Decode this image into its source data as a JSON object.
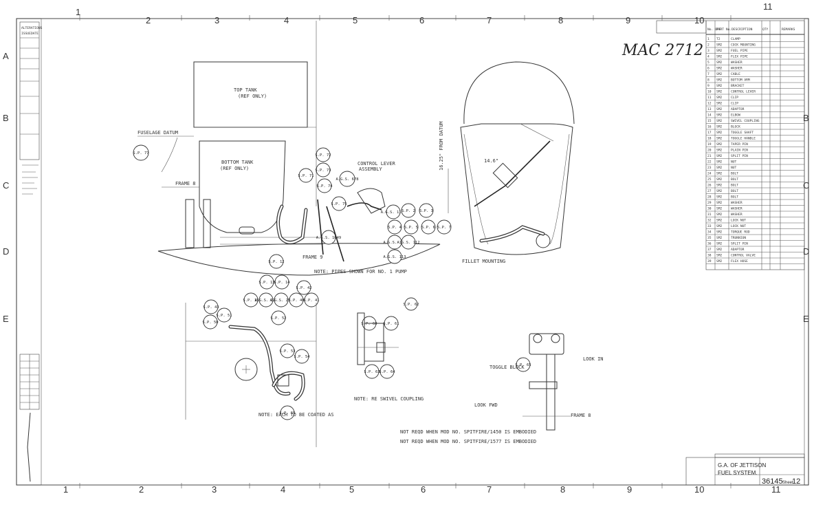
{
  "drawing_id": "MAC 2712",
  "title_block": {
    "title_line_1": "G.A. OF JETTISON",
    "title_line_2": "FUEL SYSTEM.",
    "drawing_number": "36145",
    "sheet_label": "Sheet",
    "sheet_number": "12"
  },
  "zones_columns": [
    "1",
    "2",
    "3",
    "4",
    "5",
    "6",
    "7",
    "8",
    "9",
    "10",
    "11"
  ],
  "zones_rows": [
    "A",
    "B",
    "C",
    "D",
    "E"
  ],
  "labels": {
    "top_tank": "TOP TANK",
    "top_tank_sub": "(REF ONLY)",
    "bottom_tank": "BOTTOM TANK",
    "bottom_tank_sub": "(REF ONLY)",
    "control_lever": "CONTROL LEVER",
    "control_lever_sub": "ASSEMBLY",
    "frame_8": "FRAME 8",
    "frame_9": "FRAME 9",
    "frame_8b": "FRAME 8",
    "fuselage_datum": "FUSELAGE DATUM",
    "toggle_block": "TOGGLE BLOCK",
    "dim_horizontal": "14.6\"",
    "dim_vertical": "16.25\" FROM DATUM",
    "fillet_note": "FILLET MOUNTING",
    "note_a": "NOTE: PIPES SHOWN FOR NO. 1 PUMP",
    "note_b": "NOTE: RE SWIVEL COUPLING",
    "note_c": "NOTE: EACH TO BE COATED AS",
    "note_d": "NOT REQD WHEN MOD NO. SPITFIRE/1450 IS EMBODIED",
    "note_e": "NOT REQD WHEN MOD NO. SPITFIRE/1577 IS EMBODIED",
    "look_in": "LOOK IN",
    "look_fwd": "LOOK FWD"
  },
  "parts_list": {
    "headers": [
      "No. OFF",
      "PART No.",
      "DESCRIPTION",
      "QTY",
      "REMARKS"
    ],
    "rows": [
      [
        "1",
        "T2",
        "CLAMP"
      ],
      [
        "2",
        "SM2",
        "COCK MOUNTING"
      ],
      [
        "3",
        "SM2",
        "FUEL PIPE"
      ],
      [
        "4",
        "SM2",
        "FLEX PIPE"
      ],
      [
        "5",
        "SM2",
        "WASHER"
      ],
      [
        "6",
        "SM2",
        "WASHER"
      ],
      [
        "7",
        "SM2",
        "CABLE"
      ],
      [
        "8",
        "SM2",
        "BOTTOM ARM"
      ],
      [
        "9",
        "SM2",
        "BRACKET"
      ],
      [
        "10",
        "SM2",
        "CONTROL LEVER"
      ],
      [
        "11",
        "SM2",
        "CLIP"
      ],
      [
        "12",
        "SM2",
        "CLIP"
      ],
      [
        "13",
        "SM2",
        "ADAPTOR"
      ],
      [
        "14",
        "SM2",
        "ELBOW"
      ],
      [
        "15",
        "SM2",
        "SWIVEL COUPLING"
      ],
      [
        "16",
        "SM2",
        "BLOCK"
      ],
      [
        "17",
        "SM2",
        "TOGGLE SHAFT"
      ],
      [
        "18",
        "SM2",
        "TOGGLE HANDLE"
      ],
      [
        "19",
        "SM2",
        "TAPER PIN"
      ],
      [
        "20",
        "SM2",
        "PLAIN PIN"
      ],
      [
        "21",
        "SM2",
        "SPLIT PIN"
      ],
      [
        "22",
        "SM2",
        "NUT"
      ],
      [
        "23",
        "SM2",
        "NUT"
      ],
      [
        "24",
        "SM2",
        "BOLT"
      ],
      [
        "25",
        "SM2",
        "BOLT"
      ],
      [
        "26",
        "SM2",
        "BOLT"
      ],
      [
        "27",
        "SM2",
        "BOLT"
      ],
      [
        "28",
        "SM2",
        "BOLT"
      ],
      [
        "29",
        "SM2",
        "WASHER"
      ],
      [
        "30",
        "SM2",
        "WASHER"
      ],
      [
        "31",
        "SM2",
        "WASHER"
      ],
      [
        "32",
        "SM2",
        "LOCK NUT"
      ],
      [
        "33",
        "SM2",
        "LOCK NUT"
      ],
      [
        "34",
        "SM2",
        "TORQUE ROD"
      ],
      [
        "35",
        "SM2",
        "TRUNNION"
      ],
      [
        "36",
        "SM2",
        "SPLIT PIN"
      ],
      [
        "37",
        "SM2",
        "ADAPTOR"
      ],
      [
        "38",
        "SM2",
        "CONTROL VALVE"
      ],
      [
        "39",
        "SM2",
        "FLEX HOSE"
      ]
    ]
  },
  "bubbles": [
    "S.P. 77",
    "S.P. 71",
    "S.P. 72",
    "S.P. 73",
    "S.P. 74",
    "S.P. 75",
    "A.G.S. 678",
    "A.G.S. 1049",
    "A.G.S. 1190",
    "S.P. 2",
    "S.P. 3",
    "S.P. 4",
    "S.P. 5",
    "S.P. 6",
    "S.P. 7",
    "A.G.S. 111",
    "A.G.S. 112",
    "A.G.S. 113",
    "S.P. 12",
    "S.P. 13",
    "S.P. 14",
    "S.P. 15",
    "A.G.S. 222",
    "A.G.S. 230",
    "S.P. 40",
    "S.P. 41",
    "S.P. 42",
    "S.P. 43",
    "S.P. 50",
    "S.P. 51",
    "S.P. 52",
    "S.P. 53",
    "S.P. 54",
    "S.P. 55",
    "S.P. 60",
    "S.P. 61",
    "S.P. 62",
    "S.P. 63",
    "S.P. 64",
    "S.P. 65"
  ],
  "side_strip": {
    "rev_title": "ALTERATIONS",
    "rev_cols": [
      "ISSUE",
      "DATE"
    ]
  }
}
